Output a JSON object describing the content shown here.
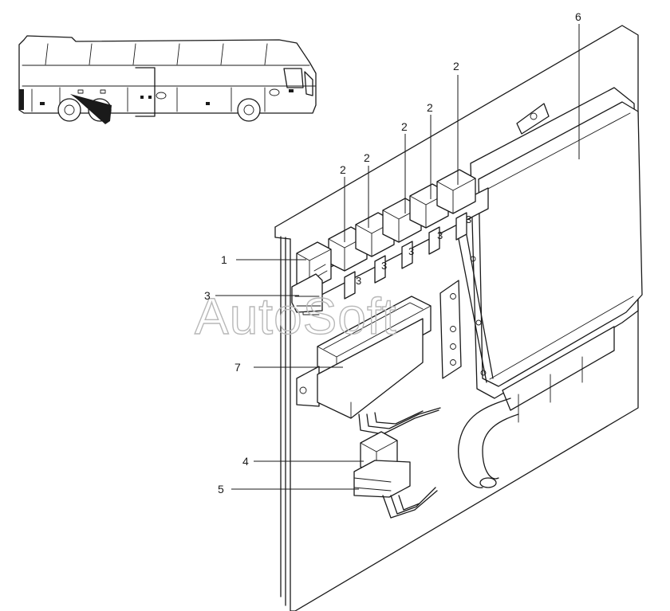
{
  "watermark": "AutoSoft",
  "callouts": [
    {
      "id": "c1",
      "label": "1"
    },
    {
      "id": "c2a",
      "label": "2"
    },
    {
      "id": "c2b",
      "label": "2"
    },
    {
      "id": "c2c",
      "label": "2"
    },
    {
      "id": "c2d",
      "label": "2"
    },
    {
      "id": "c2e",
      "label": "2"
    },
    {
      "id": "c3",
      "label": "3"
    },
    {
      "id": "c4",
      "label": "4"
    },
    {
      "id": "c5",
      "label": "5"
    },
    {
      "id": "c6",
      "label": "6"
    },
    {
      "id": "c7",
      "label": "7"
    }
  ],
  "holder_tags": [
    {
      "id": "t1",
      "label": "3"
    },
    {
      "id": "t2",
      "label": "3"
    },
    {
      "id": "t3",
      "label": "3"
    },
    {
      "id": "t4",
      "label": "3"
    },
    {
      "id": "t5",
      "label": "3"
    }
  ]
}
